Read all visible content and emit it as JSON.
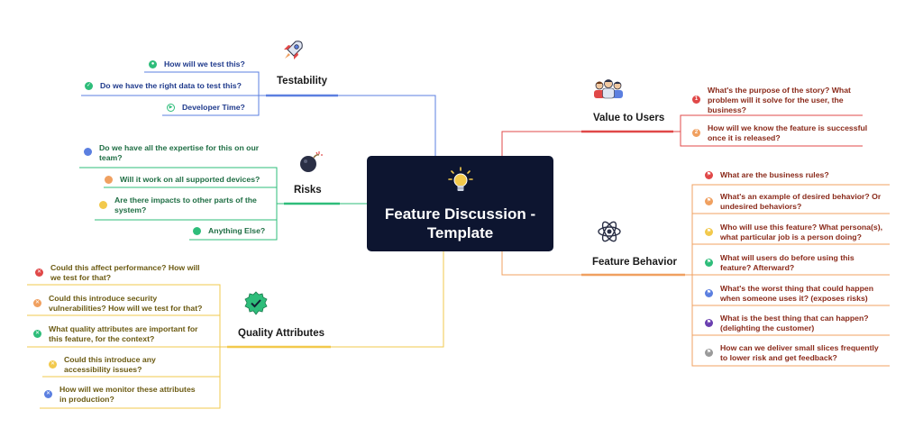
{
  "center": {
    "title_line1": "Feature Discussion -",
    "title_line2": "Template",
    "icon": "lightbulb-icon"
  },
  "colors": {
    "testability": "#5b7fe0",
    "risks": "#2ebd7a",
    "quality": "#f2c94c",
    "value": "#e04848",
    "behavior": "#f0a060",
    "center_bg": "#0d1530"
  },
  "testability": {
    "label": "Testability",
    "icon": "rocket-icon",
    "items": [
      {
        "text": "How will we test this?",
        "icon": "user-icon",
        "color": "#2ebd7a"
      },
      {
        "text": "Do we have the right data to test this?",
        "icon": "check-icon",
        "color": "#2ebd7a"
      },
      {
        "text": "Developer Time?",
        "icon": "play-icon",
        "color": "#2ebd7a"
      }
    ]
  },
  "risks": {
    "label": "Risks",
    "icon": "bomb-icon",
    "items": [
      {
        "line1": "Do we have all the expertise for this on our",
        "line2": "team?",
        "color": "#5b7fe0"
      },
      {
        "line1": "Will it work on all supported devices?",
        "line2": "",
        "color": "#f0a060"
      },
      {
        "line1": "Are there impacts to other parts of the",
        "line2": "system?",
        "color": "#f2c94c"
      },
      {
        "line1": "Anything Else?",
        "line2": "",
        "color": "#2ebd7a"
      }
    ]
  },
  "quality": {
    "label": "Quality Attributes",
    "icon": "badge-check-icon",
    "items": [
      {
        "line1": "Could this affect performance? How will",
        "line2": "we test for that?",
        "color": "#e04848"
      },
      {
        "line1": "Could this introduce security",
        "line2": "vulnerabilities? How will we test for that?",
        "color": "#f0a060"
      },
      {
        "line1": "What quality attributes are important for",
        "line2": "this feature, for the context?",
        "color": "#2ebd7a"
      },
      {
        "line1": "Could this introduce any",
        "line2": "accessibility issues?",
        "color": "#f2c94c"
      },
      {
        "line1": "How will we monitor these attributes",
        "line2": "in production?",
        "color": "#5b7fe0"
      }
    ]
  },
  "value": {
    "label": "Value to Users",
    "icon": "people-icon",
    "items": [
      {
        "num": "1",
        "line1": "What's the purpose of the story? What",
        "line2": "problem will it solve for the user, the",
        "line3": "business?",
        "color": "#e04848"
      },
      {
        "num": "2",
        "line1": "How will we know the feature is successful",
        "line2": "once it is released?",
        "line3": "",
        "color": "#f0a060"
      }
    ]
  },
  "behavior": {
    "label": "Feature Behavior",
    "icon": "atom-icon",
    "items": [
      {
        "line1": "What are the business rules?",
        "line2": "",
        "color": "#e04848"
      },
      {
        "line1": "What's an example of desired behavior? Or",
        "line2": "undesired behaviors?",
        "color": "#f0a060"
      },
      {
        "line1": "Who will use this feature? What persona(s),",
        "line2": "what particular job is a person doing?",
        "color": "#f2c94c"
      },
      {
        "line1": "What will users do before using this",
        "line2": "feature? Afterward?",
        "color": "#2ebd7a"
      },
      {
        "line1": "What's the worst thing that could happen",
        "line2": "when someone uses it? (exposes risks)",
        "color": "#5b7fe0"
      },
      {
        "line1": "What is the best thing that can happen?",
        "line2": "(delighting the customer)",
        "color": "#6a3fb0"
      },
      {
        "line1": "How can we deliver small slices frequently",
        "line2": "to lower risk and get feedback?",
        "color": "#9a9a9a"
      }
    ]
  }
}
